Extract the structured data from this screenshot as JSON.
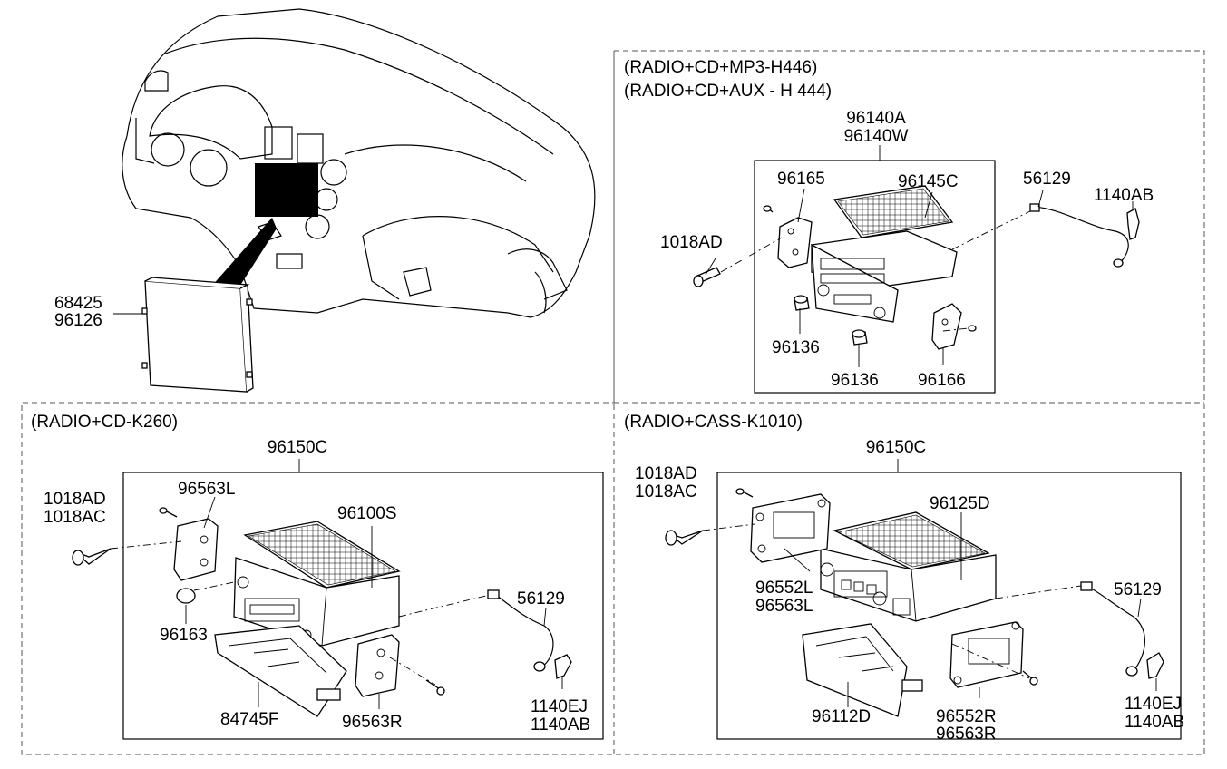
{
  "sections": {
    "dashboard": {
      "labels": {
        "p68425": "68425",
        "p96126": "96126"
      }
    },
    "mp3": {
      "header1": "(RADIO+CD+MP3-H446)",
      "header2": "(RADIO+CD+AUX - H 444)",
      "labels": {
        "p96140A": "96140A",
        "p96140W": "96140W",
        "p96165": "96165",
        "p96145C": "96145C",
        "p56129": "56129",
        "p1140AB": "1140AB",
        "p1018AD": "1018AD",
        "p96136a": "96136",
        "p96136b": "96136",
        "p96166": "96166"
      }
    },
    "cd": {
      "header": "(RADIO+CD-K260)",
      "labels": {
        "p96150C": "96150C",
        "p1018AD": "1018AD",
        "p1018AC": "1018AC",
        "p96563L": "96563L",
        "p96100S": "96100S",
        "p56129": "56129",
        "p96163": "96163",
        "p84745F": "84745F",
        "p96563R": "96563R",
        "p1140EJ": "1140EJ",
        "p1140AB": "1140AB"
      }
    },
    "cass": {
      "header": "(RADIO+CASS-K1010)",
      "labels": {
        "p96150C": "96150C",
        "p1018AD": "1018AD",
        "p1018AC": "1018AC",
        "p96125D": "96125D",
        "p96552L": "96552L",
        "p96563L": "96563L",
        "p56129": "56129",
        "p96112D": "96112D",
        "p96552R": "96552R",
        "p96563R": "96563R",
        "p1140EJ": "1140EJ",
        "p1140AB": "1140AB"
      }
    }
  }
}
